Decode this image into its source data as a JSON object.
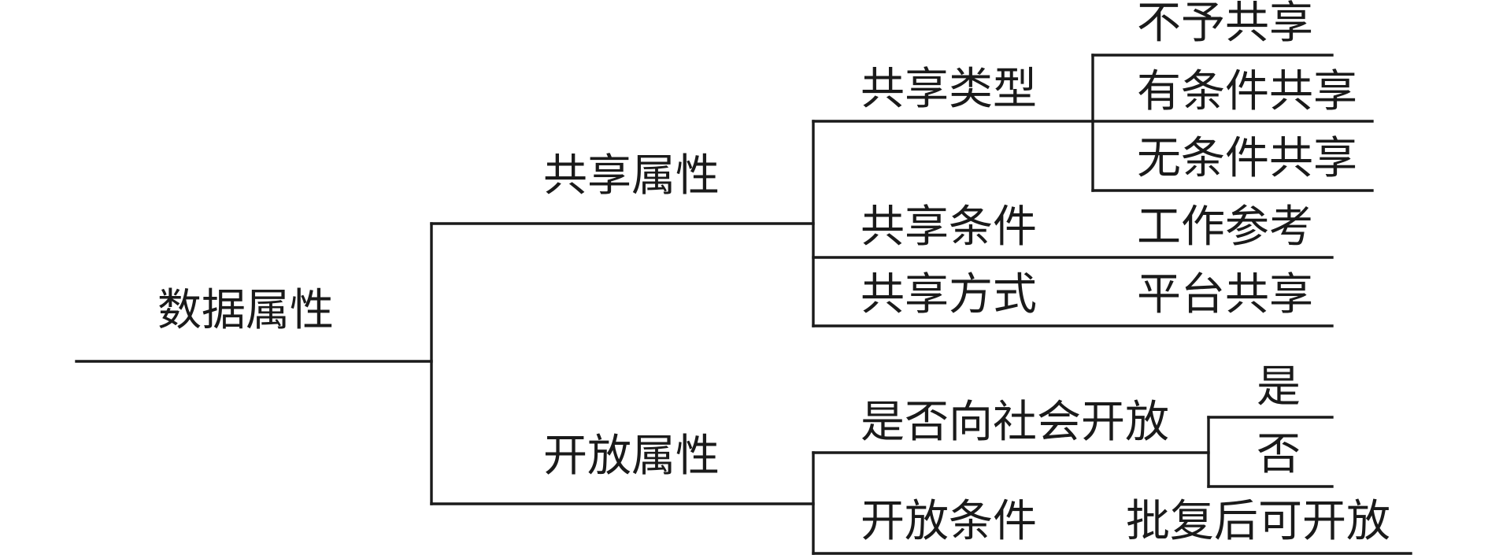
{
  "tree": {
    "root": {
      "label": "数据属性"
    },
    "sharing": {
      "label": "共享属性",
      "share_type": {
        "label": "共享类型",
        "options": [
          "不予共享",
          "有条件共享",
          "无条件共享"
        ]
      },
      "share_condition": {
        "label": "共享条件",
        "value": "工作参考"
      },
      "share_method": {
        "label": "共享方式",
        "value": "平台共享"
      }
    },
    "openness": {
      "label": "开放属性",
      "open_to_public": {
        "label": "是否向社会开放",
        "options": [
          "是",
          "否"
        ]
      },
      "open_condition": {
        "label": "开放条件",
        "value": "批复后可开放"
      }
    }
  }
}
